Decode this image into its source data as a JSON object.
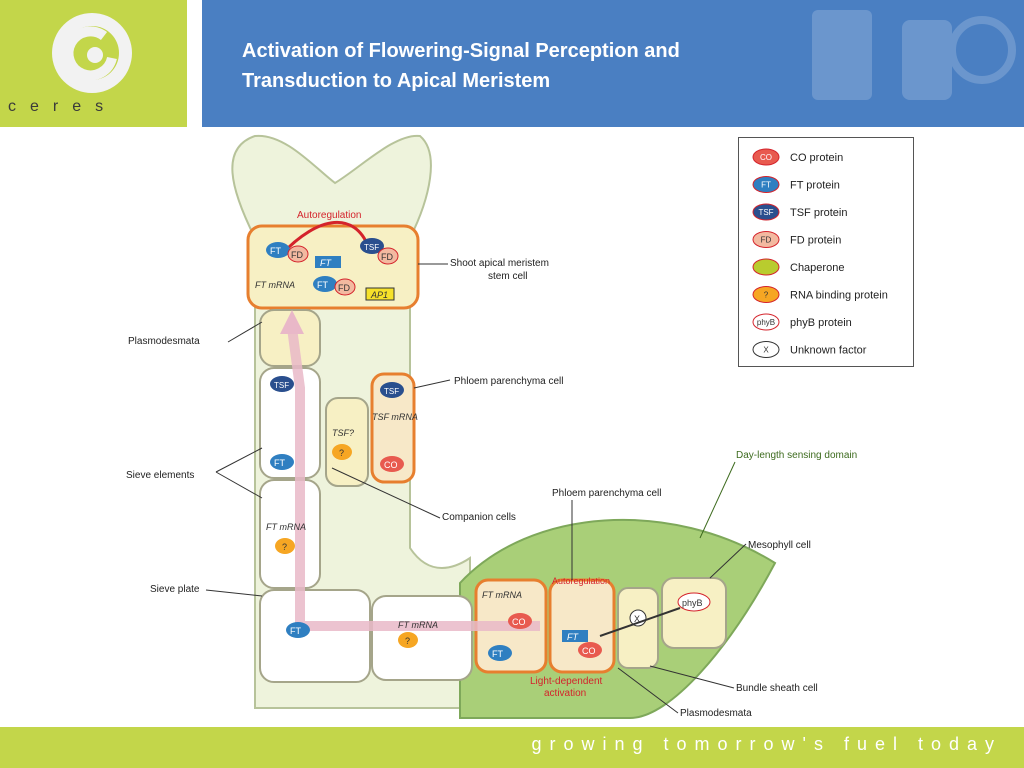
{
  "logo": {
    "name": "ceres"
  },
  "header": {
    "title_line1": "Activation of Flowering-Signal Perception and",
    "title_line2": "Transduction to Apical Meristem"
  },
  "footer": {
    "tagline": "growing tomorrow's fuel today"
  },
  "legend": {
    "items": [
      {
        "symbol": "CO",
        "label": "CO protein",
        "color": "#e85a4f",
        "icon": "co-protein-icon"
      },
      {
        "symbol": "FT",
        "label": "FT protein",
        "color": "#2f7fc1",
        "icon": "ft-protein-icon"
      },
      {
        "symbol": "TSF",
        "label": "TSF protein",
        "color": "#2a4f8e",
        "icon": "tsf-protein-icon"
      },
      {
        "symbol": "FD",
        "label": "FD protein",
        "color": "#f3b9a0",
        "icon": "fd-protein-icon"
      },
      {
        "symbol": "",
        "label": "Chaperone",
        "color": "#b9cc2e",
        "icon": "chaperone-icon"
      },
      {
        "symbol": "?",
        "label": "RNA binding protein",
        "color": "#f6a623",
        "icon": "rna-binding-protein-icon"
      },
      {
        "symbol": "phyB",
        "label": "phyB protein",
        "color": "#ffffff",
        "icon": "phyb-protein-icon"
      },
      {
        "symbol": "X",
        "label": "Unknown factor",
        "color": "#ffffff",
        "icon": "unknown-factor-icon"
      }
    ]
  },
  "labels": {
    "autoregulation": "Autoregulation",
    "shoot_apical_meristem_1": "Shoot apical meristem",
    "shoot_apical_meristem_2": "stem cell",
    "plasmodesmata": "Plasmodesmata",
    "phloem_parenchyma_upper": "Phloem parenchyma cell",
    "sieve_elements": "Sieve elements",
    "companion_cells": "Companion cells",
    "sieve_plate": "Sieve plate",
    "day_length": "Day-length sensing domain",
    "phloem_parenchyma_lower": "Phloem parenchyma cell",
    "mesophyll": "Mesophyll cell",
    "bundle_sheath": "Bundle sheath cell",
    "plasmodesmata_lower": "Plasmodesmata",
    "light_dependent_1": "Light-dependent",
    "light_dependent_2": "activation",
    "ft_mrna": "FT mRNA",
    "tsf_mrna": "TSF mRNA",
    "tsf_q": "TSF?",
    "ap1": "AP1",
    "ft_gene": "FT",
    "phyb": "phyB",
    "x": "X",
    "q": "?",
    "ft": "FT",
    "fd": "FD",
    "tsf": "TSF",
    "co": "CO"
  }
}
